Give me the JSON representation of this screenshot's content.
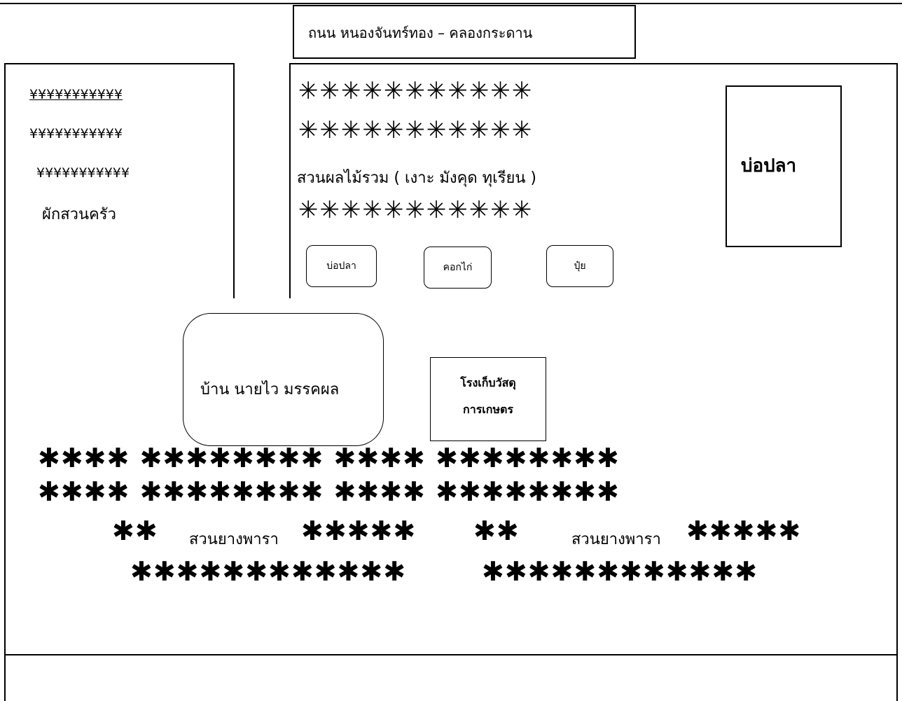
{
  "road_label": "ถนน หนองจันทร์ทอง – คลองกระดาน",
  "garden_panel": {
    "rows": [
      "¥¥¥¥¥¥¥¥¥¥¥",
      "¥¥¥¥¥¥¥¥¥¥¥",
      "¥¥¥¥¥¥¥¥¥¥¥",
      "ผักสวนครัว"
    ]
  },
  "orchard_panel": {
    "row_1": "✳✳✳✳✳✳✳✳✳✳✳",
    "row_2": "✳✳✳✳✳✳✳✳✳✳✳",
    "label": "สวนผลไม้รวม ( เงาะ มังคุด ทุเรียน )",
    "row_3": "✳✳✳✳✳✳✳✳✳✳✳",
    "buttons": [
      "บ่อปลา",
      "คอกไก่",
      "ปุ๋ย"
    ],
    "fish_pond_label": "บ่อปลา"
  },
  "house_label": "บ้าน นายไว   มรรคผล",
  "storehouse_label": [
    "โรงเก็บวัสดุ",
    "การเกษตร"
  ],
  "rubber_area": {
    "row_1": "✱✱✱✱ ✱✱✱✱✱✱✱✱   ✱✱✱✱ ✱✱✱✱✱✱✱✱",
    "row_2": "✱✱✱✱ ✱✱✱✱✱✱✱✱   ✱✱✱✱ ✱✱✱✱✱✱✱✱",
    "row_3_left_stars": "✱✱",
    "row_3_label_1": "สวนยางพารา",
    "row_3_mid_stars_1": "✱✱✱✱✱",
    "row_3_mid_stars_2": "✱✱",
    "row_3_label_2": "สวนยางพารา",
    "row_3_right_stars": "✱✱✱✱✱",
    "row_4_left": "✱✱✱✱✱✱✱✱✱✱✱✱",
    "row_4_right": "✱✱✱✱✱✱✱✱✱✱✱✱"
  }
}
